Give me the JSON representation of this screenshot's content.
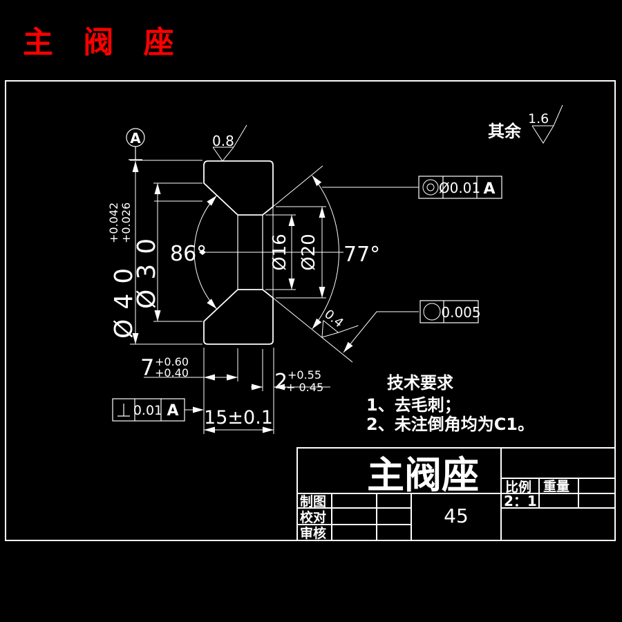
{
  "colors": {
    "background": "#000000",
    "line": "#ffffff",
    "accent_title": "#ff0000"
  },
  "header": {
    "title": "主 阀 座"
  },
  "roughness": {
    "general_label": "其余",
    "general_value": "1.6",
    "top_face_value": "0.8",
    "seat_surface_value": "0.4"
  },
  "datum": {
    "label": "A"
  },
  "feature_control_frames": {
    "concentricity": {
      "symbol": "concentricity-circles",
      "tolerance": "Ø0.01",
      "datum": "A"
    },
    "circularity": {
      "symbol": "circularity-circle",
      "tolerance": "0.005"
    },
    "perpendicularity": {
      "symbol": "perpendicularity-glyph",
      "tolerance": "0.01",
      "datum": "A"
    }
  },
  "dimensions": {
    "outer_diameter": "Ø40",
    "outer_diameter_tol_upper": "+0.042",
    "outer_diameter_tol_lower": "+0.026",
    "cone_mouth_diameter": "Ø30",
    "bore_diameter": "Ø16",
    "seat_mouth_diameter": "Ø20",
    "cone_angle": "86°",
    "seat_angle": "77°",
    "cone_depth": "7",
    "cone_depth_tol_upper": "+0.60",
    "cone_depth_tol_lower": "+0.40",
    "seat_depth": "2",
    "seat_depth_tol_upper": "+0.55",
    "seat_depth_tol_lower": "+ 0.45",
    "overall_width": "15±0.1"
  },
  "tech_requirements": {
    "title": "技术要求",
    "item1": "1、去毛刺；",
    "item2": "2、未注倒角均为C1。"
  },
  "title_block": {
    "part_name": "主阀座",
    "material": "45",
    "scale_label": "比例",
    "scale_value": "2：1",
    "weight_label": "重量",
    "drafter_label": "制图",
    "checker_label": "校对",
    "approver_label": "审核"
  }
}
